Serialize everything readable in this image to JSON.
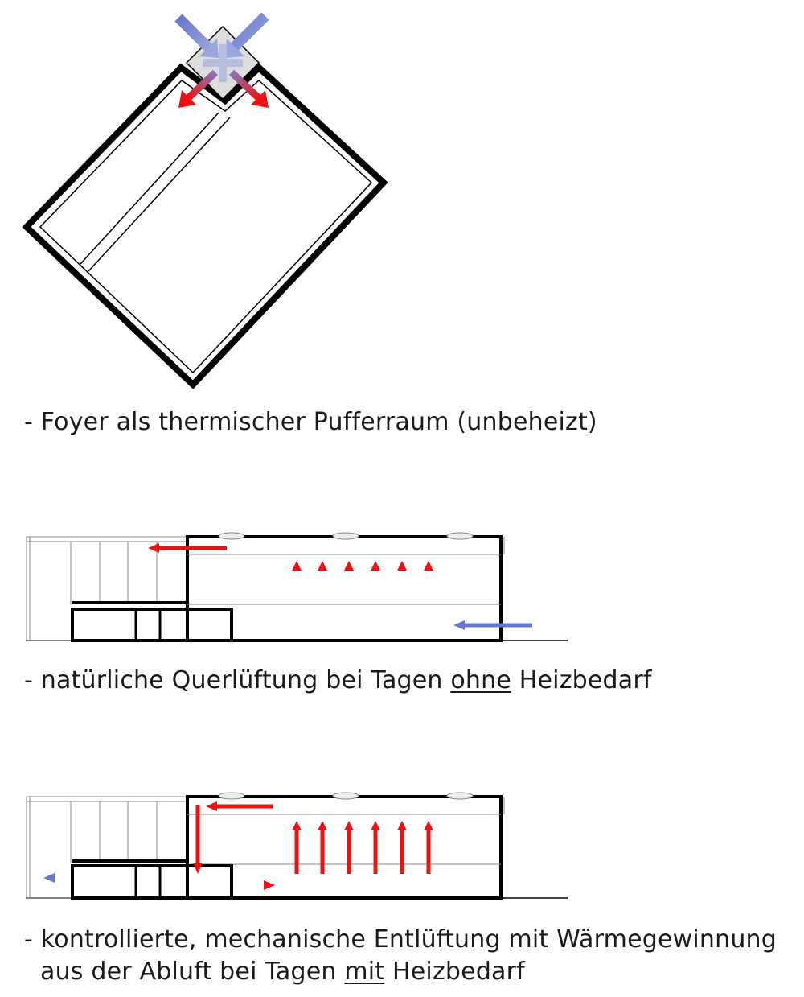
{
  "colors": {
    "warm_air": "#ee1111",
    "cool_air": "#6677cc",
    "wall": "#000000",
    "thin_line": "#888888",
    "foyer_fill": "#dddddd"
  },
  "captions": {
    "plan": {
      "text": "- Foyer als thermischer Pufferraum (unbeheizt)"
    },
    "section1": {
      "pre": "- natürliche Querlüftung bei Tagen ",
      "emph": "ohne",
      "post": " Heizbedarf"
    },
    "section2": {
      "line1": "- kontrollierte, mechanische Entlüftung mit Wärmegewinnung",
      "line2_pre": "aus der Abluft bei Tagen ",
      "line2_emph": "mit",
      "line2_post": " Heizbedarf"
    }
  }
}
